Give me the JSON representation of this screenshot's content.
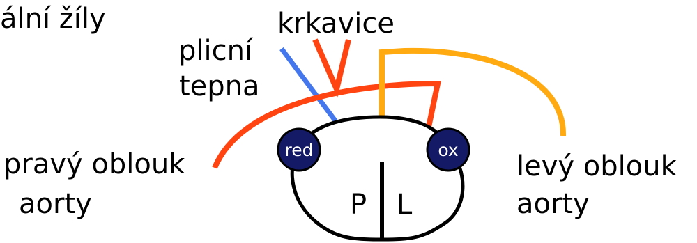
{
  "labels": {
    "top_left_partial": "ální žíly",
    "carotid": "krkavice",
    "pulmonary_line1": "plicní",
    "pulmonary_line2": "tepna",
    "right_arch_line1": "pravý oblouk",
    "right_arch_line2": "aorty",
    "left_arch_line1": "levý oblouk",
    "left_arch_line2": "aorty"
  },
  "heart": {
    "left_badge": "red",
    "right_badge": "ox",
    "chamber_right": "P",
    "chamber_left": "L"
  },
  "colors": {
    "pulmonary_artery": "#4477ee",
    "right_aortic_arch": "#ff4411",
    "left_aortic_arch": "#ffaa11",
    "badge_fill": "#141a66",
    "outline": "#000000"
  }
}
